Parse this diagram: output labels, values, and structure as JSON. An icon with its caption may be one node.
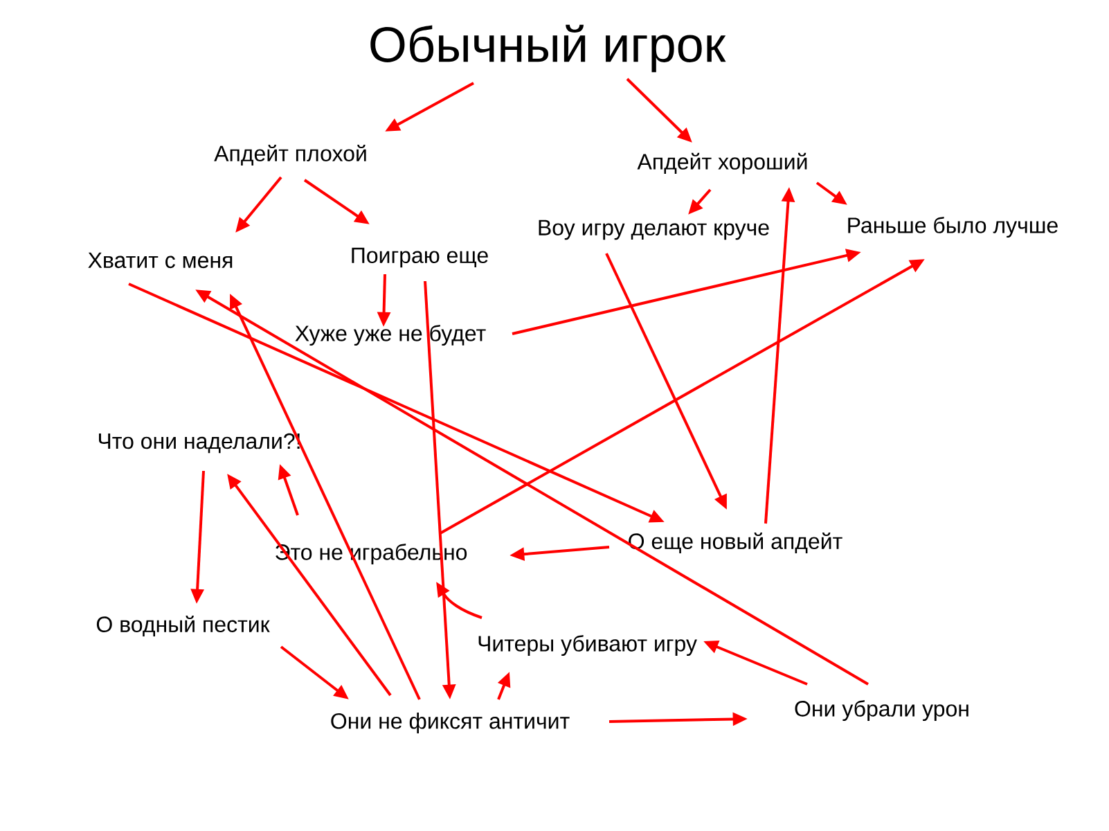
{
  "diagram": {
    "nodes": [
      {
        "text": [
          "Обычный игрок"
        ]
      },
      {
        "text": [
          "Апдейт плохой"
        ]
      },
      {
        "text": [
          "Апдейт хороший"
        ]
      },
      {
        "text": [
          "Хватит с меня"
        ]
      },
      {
        "text": [
          "Поиграю еще"
        ]
      },
      {
        "text": [
          "Воу игру делают круче"
        ]
      },
      {
        "text": [
          "Раньше было лучше"
        ]
      },
      {
        "text": [
          "Хуже уже не будет"
        ]
      },
      {
        "text": [
          "Что они наделали?!"
        ]
      },
      {
        "text": [
          "Это не играбельно"
        ]
      },
      {
        "text": [
          "О еще новый апдейт"
        ]
      },
      {
        "text": [
          "О водный пестик"
        ]
      },
      {
        "text": [
          "Читеры убивают игру"
        ]
      },
      {
        "text": [
          "Они не фиксят античит"
        ]
      },
      {
        "text": [
          "Они убрали урон"
        ]
      }
    ],
    "edges": [
      {
        "from": 0,
        "to": 1,
        "arrow": "to"
      },
      {
        "from": 0,
        "to": 2,
        "arrow": "to"
      },
      {
        "from": 1,
        "to": 3,
        "arrow": "to"
      },
      {
        "from": 1,
        "to": 4,
        "arrow": "to"
      },
      {
        "from": 2,
        "to": 5,
        "arrow": "to"
      },
      {
        "from": 2,
        "to": 6,
        "arrow": "to"
      },
      {
        "from": 4,
        "to": 7,
        "arrow": "to"
      },
      {
        "from": 4,
        "to": 13,
        "arrow": "to"
      },
      {
        "from": 7,
        "to": 6,
        "arrow": "to"
      },
      {
        "from": 5,
        "to": 10,
        "arrow": "to"
      },
      {
        "from": 3,
        "to": 10,
        "arrow": "to"
      },
      {
        "from": 14,
        "to": 3,
        "arrow": "to"
      },
      {
        "from": 13,
        "to": 3,
        "arrow": "to"
      },
      {
        "from": 10,
        "to": 2,
        "arrow": "to"
      },
      {
        "from": 9,
        "to": 6,
        "arrow": "to"
      },
      {
        "from": 10,
        "to": 9,
        "arrow": "to"
      },
      {
        "from": 8,
        "to": 11,
        "arrow": "to"
      },
      {
        "from": 9,
        "to": 8,
        "arrow": "to"
      },
      {
        "from": 13,
        "to": 8,
        "arrow": "to"
      },
      {
        "from": 11,
        "to": 13,
        "arrow": "to"
      },
      {
        "from": 12,
        "to": 9,
        "arrow": "to"
      },
      {
        "from": 13,
        "to": 12,
        "arrow": "to"
      },
      {
        "from": 13,
        "to": 14,
        "arrow": "to"
      },
      {
        "from": 14,
        "to": 12,
        "arrow": "to"
      }
    ]
  }
}
